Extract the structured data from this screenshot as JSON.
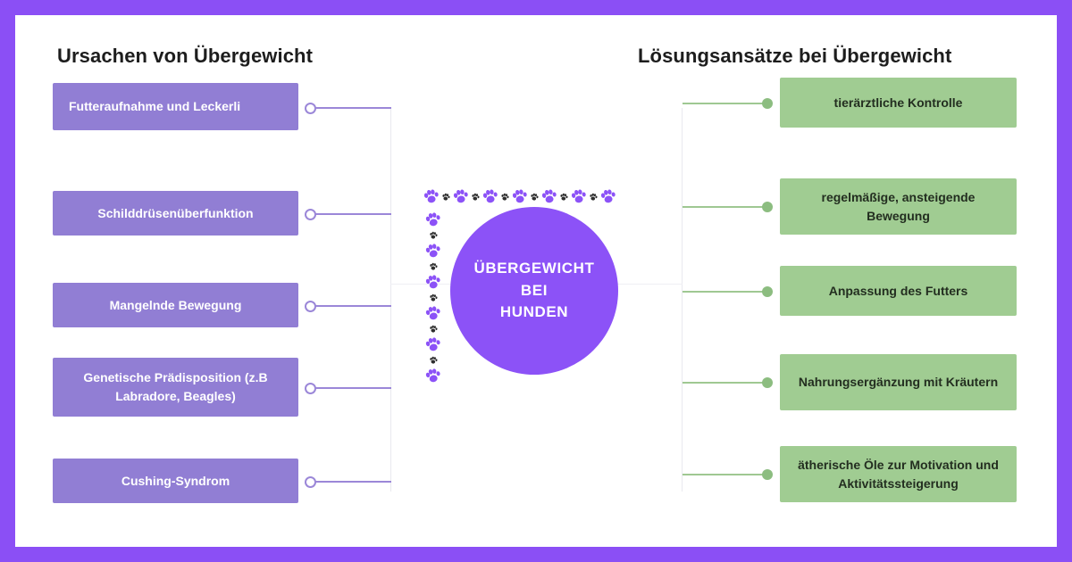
{
  "theme": {
    "frame_color": "#8b4ff5",
    "cause_color": "#917ed4",
    "solution_color": "#a0cc92",
    "center_color": "#8c52f7",
    "paw_purple": "#8c52f7",
    "paw_dark": "#2d2d2d",
    "background": "#ffffff"
  },
  "headings": {
    "left": "Ursachen von Übergewicht",
    "right": "Lösungsansätze bei Übergewicht"
  },
  "center": {
    "line1": "ÜBERGEWICHT",
    "line2": "BEI",
    "line3": "HUNDEN"
  },
  "causes": [
    {
      "label": "Futteraufnahme und Leckerli"
    },
    {
      "label": "Schilddrüsenüberfunktion"
    },
    {
      "label": "Mangelnde Bewegung"
    },
    {
      "label": "Genetische Prädisposition (z.B Labradore, Beagles)"
    },
    {
      "label": "Cushing-Syndrom"
    }
  ],
  "solutions": [
    {
      "label": "tierärztliche Kontrolle"
    },
    {
      "label": "regelmäßige, ansteigende Bewegung"
    },
    {
      "label": "Anpassung des Futters"
    },
    {
      "label": "Nahrungsergänzung mit Kräutern"
    },
    {
      "label": "ätherische Öle zur Motivation und Aktivitätssteigerung"
    }
  ],
  "decorations": {
    "paw_row_pattern": [
      "big",
      "small",
      "big",
      "small",
      "big",
      "small",
      "big",
      "small",
      "big",
      "small",
      "big",
      "small",
      "big"
    ],
    "paw_col_pattern": [
      "big",
      "small",
      "big",
      "small",
      "big",
      "small",
      "big",
      "small",
      "big",
      "small",
      "big"
    ],
    "paw_icon_name": "paw-print-icon"
  }
}
